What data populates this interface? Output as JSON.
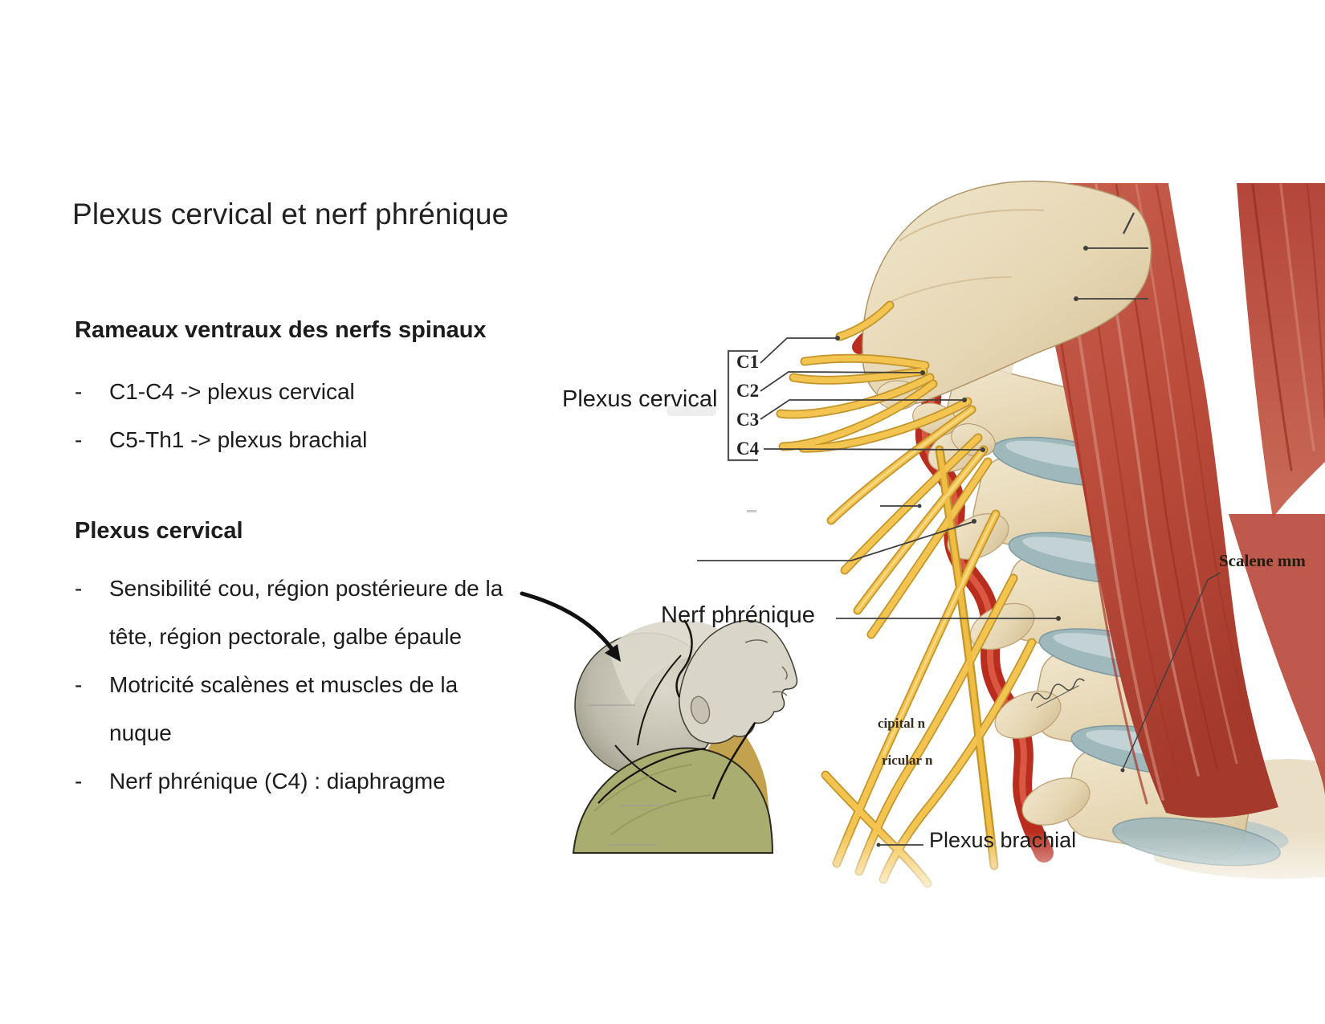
{
  "slide": {
    "title": "Plexus cervical et nerf phrénique",
    "dash": "-",
    "section1": {
      "heading": "Rameaux ventraux des nerfs spinaux",
      "bullets": [
        "C1-C4 -> plexus cervical",
        "C5-Th1 -> plexus brachial"
      ]
    },
    "section2": {
      "heading": "Plexus cervical",
      "bullets": [
        "Sensibilité cou, région postérieure de la tête, région pectorale, galbe épaule",
        "Motricité scalènes et muscles de la nuque",
        "Nerf phrénique (C4) : diaphragme"
      ]
    }
  },
  "diagram": {
    "plexus_cervical_label": "Plexus cervical",
    "nerf_phrenique_label": "Nerf phrénique",
    "plexus_brachial_label": "Plexus brachial",
    "scalene_label": "Scalene mm",
    "occipital_label": "cipital n",
    "auricular_label": "ricular n",
    "roots": [
      "C1",
      "C2",
      "C3",
      "C4"
    ],
    "colors": {
      "bone": "#e8dcc2",
      "disc": "#9fb8bb",
      "artery": "#bf2e1f",
      "nerve": "#f3c44f",
      "muscle": "#c2574a",
      "text": "#1c1c1c"
    }
  }
}
